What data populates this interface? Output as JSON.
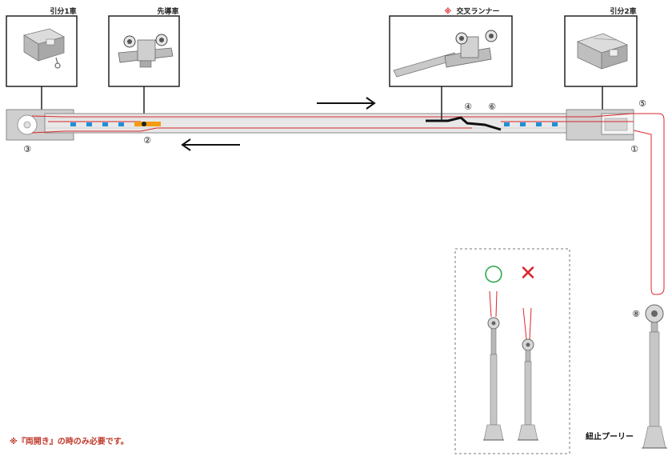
{
  "parts": {
    "pull_car_1": "引分1車",
    "lead_car": "先導車",
    "cross_runner_mark": "※",
    "cross_runner": "交叉ランナー",
    "pull_car_2": "引分2車"
  },
  "markers": [
    "①",
    "②",
    "③",
    "④",
    "⑤",
    "⑥",
    "⑧"
  ],
  "comparison": {
    "ok_symbol": "○",
    "ng_symbol": "✕"
  },
  "pulley_label": "紐止プーリー",
  "footnote": "※『両開き』の時のみ必要です。",
  "colors": {
    "cord": "#d9262c",
    "rail": "#e8e8e8",
    "rail_edge": "#8a8a8a",
    "block": "#cfcfcf",
    "accent_blue": "#1e90d8",
    "lead_orange": "#f39c12",
    "ok_green": "#2fa84f",
    "ng_red": "#d9262c"
  }
}
